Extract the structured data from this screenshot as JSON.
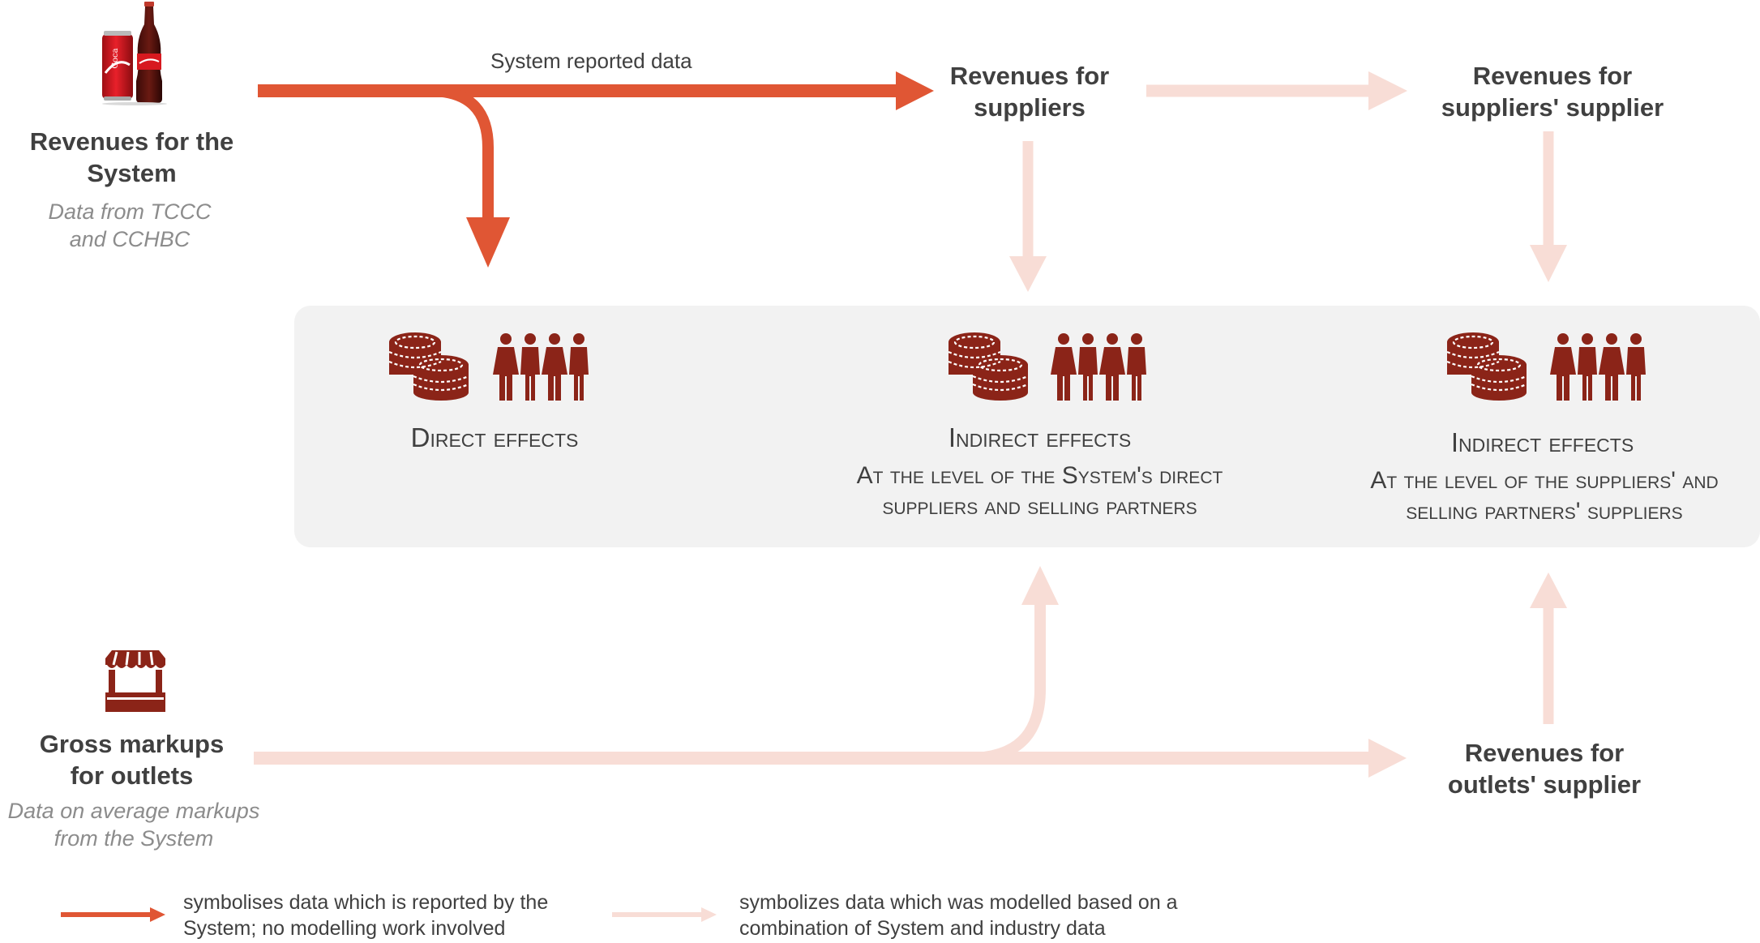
{
  "colors": {
    "reported": "#e05634",
    "modelled": "#f8ddd6",
    "icon": "#8b2418",
    "panel": "#f2f2f2"
  },
  "nodes": {
    "system": {
      "title": "Revenues for the System",
      "subtitle": "Data from TCCC and CCHBC"
    },
    "suppliers": {
      "title": "Revenues for suppliers"
    },
    "suppliers_supplier": {
      "title": "Revenues for suppliers' supplier"
    },
    "outlets": {
      "title": "Gross markups for outlets",
      "subtitle": "Data on average markups from the System"
    },
    "outlets_supplier": {
      "title": "Revenues for outlets' supplier"
    }
  },
  "arrow_labels": {
    "system_reported": "System reported data"
  },
  "effects": {
    "direct": {
      "title": "Direct effects"
    },
    "indirect_1": {
      "title": "Indirect effects",
      "desc": "At the level of the System's direct suppliers and selling partners"
    },
    "indirect_2": {
      "title": "Indirect effects",
      "desc": "At the level of the suppliers' and selling partners' suppliers"
    }
  },
  "legend": {
    "reported": "symbolises data which is reported by the System; no modelling work involved",
    "modelled": "symbolizes data which was modelled based on a combination of System and industry data"
  },
  "icons": {
    "product": "coca-cola-can-and-bottle",
    "coins": "coin-stack-icon",
    "people": "people-group-icon",
    "shop": "market-stall-icon"
  }
}
